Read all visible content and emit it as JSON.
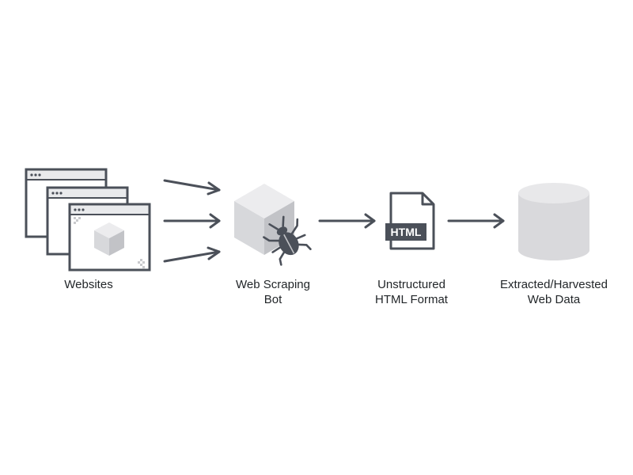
{
  "colors": {
    "stroke": "#4b5059",
    "frame_fill": "#ffffff",
    "titlebar": "#e9eaec",
    "cube_top": "#ececee",
    "cube_left": "#d7d8db",
    "cube_right": "#c2c3c7",
    "bug": "#4b5059",
    "db_top": "#e8e8ea",
    "db_body": "#d9d9dc",
    "text": "#222629"
  },
  "icons": {
    "websites": "browser-windows-icon",
    "bot": "cube-with-bug-icon",
    "html": "html-document-icon",
    "data": "database-cylinder-icon",
    "connector": "arrow-right-icon"
  },
  "nodes": {
    "websites": {
      "lines": [
        "Websites"
      ]
    },
    "bot": {
      "lines": [
        "Web Scraping",
        "Bot"
      ]
    },
    "html": {
      "lines": [
        "Unstructured",
        "HTML Format"
      ],
      "badge": "HTML"
    },
    "data": {
      "lines": [
        "Extracted/Harvested",
        "Web Data"
      ]
    }
  }
}
